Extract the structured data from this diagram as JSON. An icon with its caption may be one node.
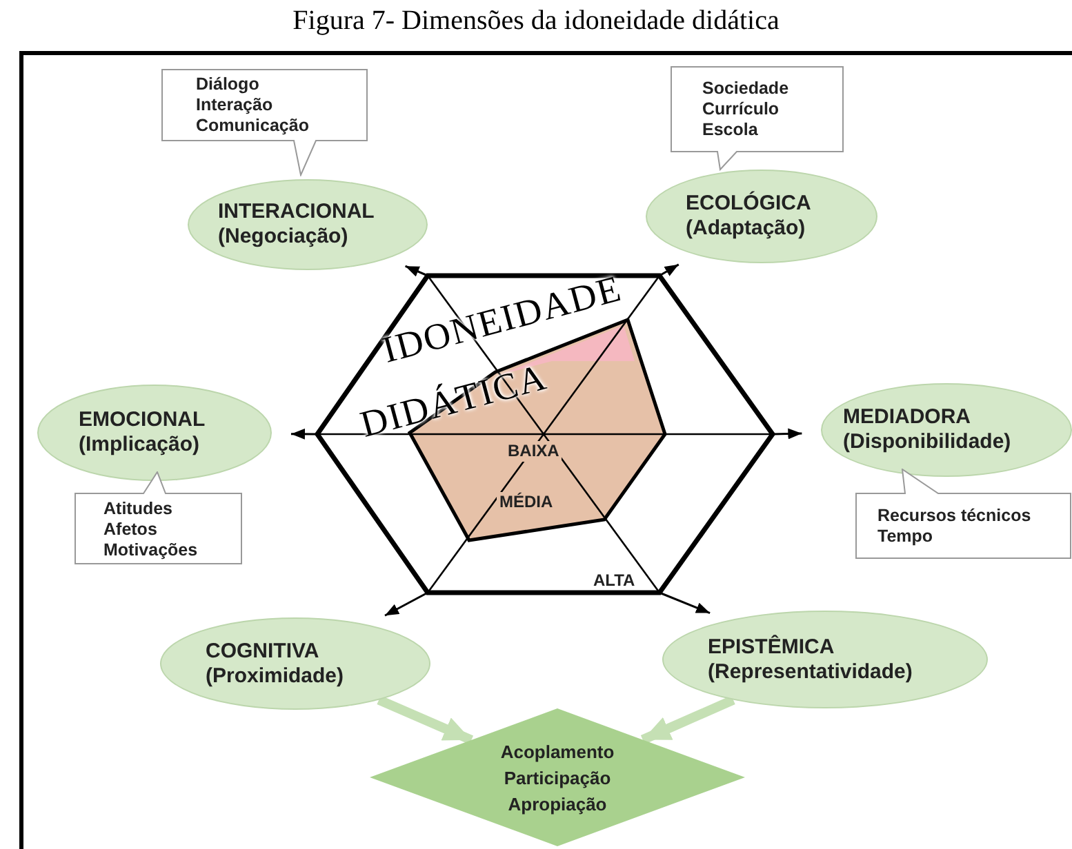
{
  "diagram": {
    "title": "Figura 7- Dimensões da idoneidade didática",
    "nodes": [
      {
        "text": [
          "Diálogo Interação Comunicação"
        ]
      },
      {
        "text": [
          "Sociedade Currículo Escola"
        ]
      },
      {
        "text": [
          "INTERACIONAL (Negociação)"
        ]
      },
      {
        "text": [
          "ECOLÓGICA (Adaptação)"
        ]
      },
      {
        "text": [
          "IDONEIDADE",
          "DIDÁTICA"
        ]
      },
      {
        "text": [
          "EMOCIONAL (Implicação)"
        ]
      },
      {
        "text": [
          "MEDIADORA (Disponibilidade)"
        ]
      },
      {
        "text": [
          "Atitudes Afetos Motivações"
        ]
      },
      {
        "text": [
          "Recursos técnicos Tempo"
        ]
      },
      {
        "text": [
          "COGNITIVA (Proximidade)"
        ]
      },
      {
        "text": [
          "EPISTÊMICA (Representatividade)"
        ]
      },
      {
        "text": [
          "Acoplamento Participação Apropiação"
        ]
      }
    ],
    "edges": [
      {
        "from": 4,
        "to": 2,
        "arrow": "to"
      },
      {
        "from": 4,
        "to": 3,
        "arrow": "to"
      },
      {
        "from": 4,
        "to": 5,
        "arrow": "to"
      },
      {
        "from": 4,
        "to": 6,
        "arrow": "to"
      },
      {
        "from": 4,
        "to": 9,
        "arrow": "to"
      },
      {
        "from": 4,
        "to": 10,
        "arrow": "to"
      },
      {
        "from": 9,
        "to": 11,
        "arrow": "to",
        "style": "thick",
        "color": "#c5e0b4"
      },
      {
        "from": 10,
        "to": 11,
        "arrow": "to",
        "style": "thick",
        "color": "#c5e0b4"
      }
    ],
    "labels": [
      "BAIXA",
      "MÉDIA",
      "ALTA"
    ]
  }
}
